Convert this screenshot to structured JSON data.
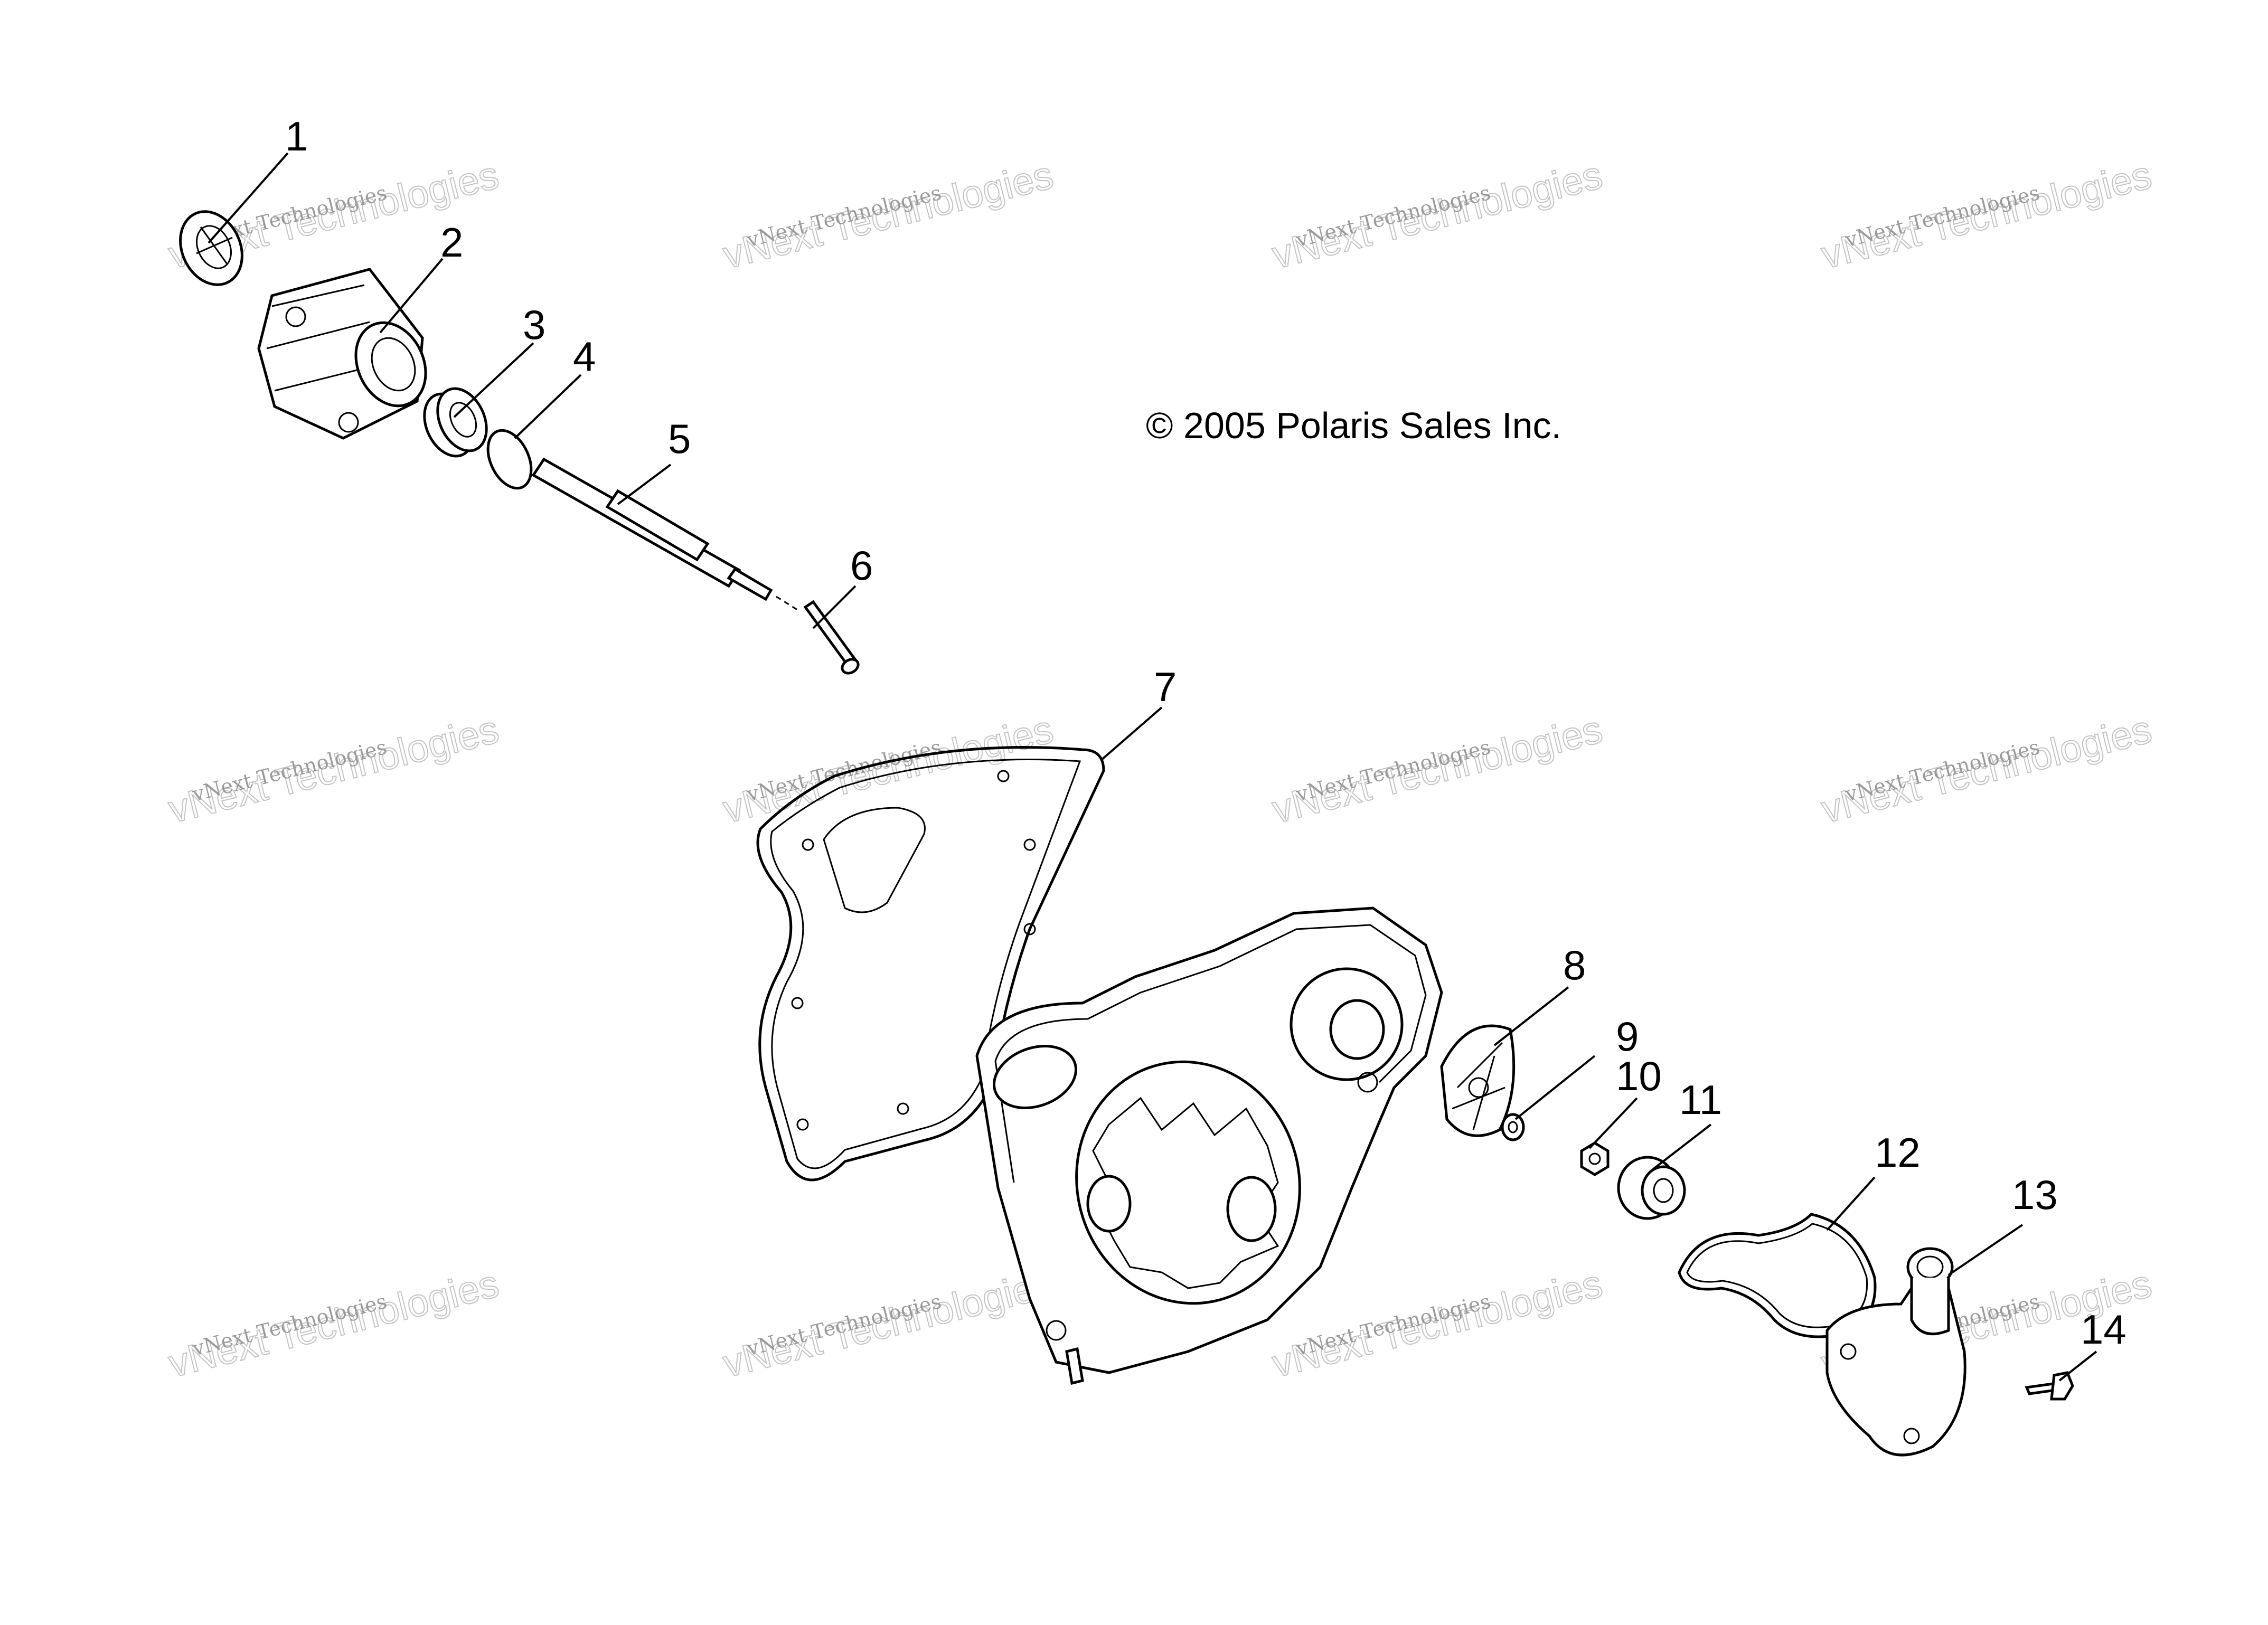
{
  "copyright": "© 2005 Polaris Sales Inc.",
  "watermark": {
    "line1": "vNext Technologies",
    "line2": "vNext Technologies"
  },
  "callouts": [
    {
      "id": "1",
      "label": "1"
    },
    {
      "id": "2",
      "label": "2"
    },
    {
      "id": "3",
      "label": "3"
    },
    {
      "id": "4",
      "label": "4"
    },
    {
      "id": "5",
      "label": "5"
    },
    {
      "id": "6",
      "label": "6"
    },
    {
      "id": "7",
      "label": "7"
    },
    {
      "id": "8",
      "label": "8"
    },
    {
      "id": "9",
      "label": "9"
    },
    {
      "id": "10",
      "label": "10"
    },
    {
      "id": "11",
      "label": "11"
    },
    {
      "id": "12",
      "label": "12"
    },
    {
      "id": "13",
      "label": "13"
    },
    {
      "id": "14",
      "label": "14"
    }
  ]
}
